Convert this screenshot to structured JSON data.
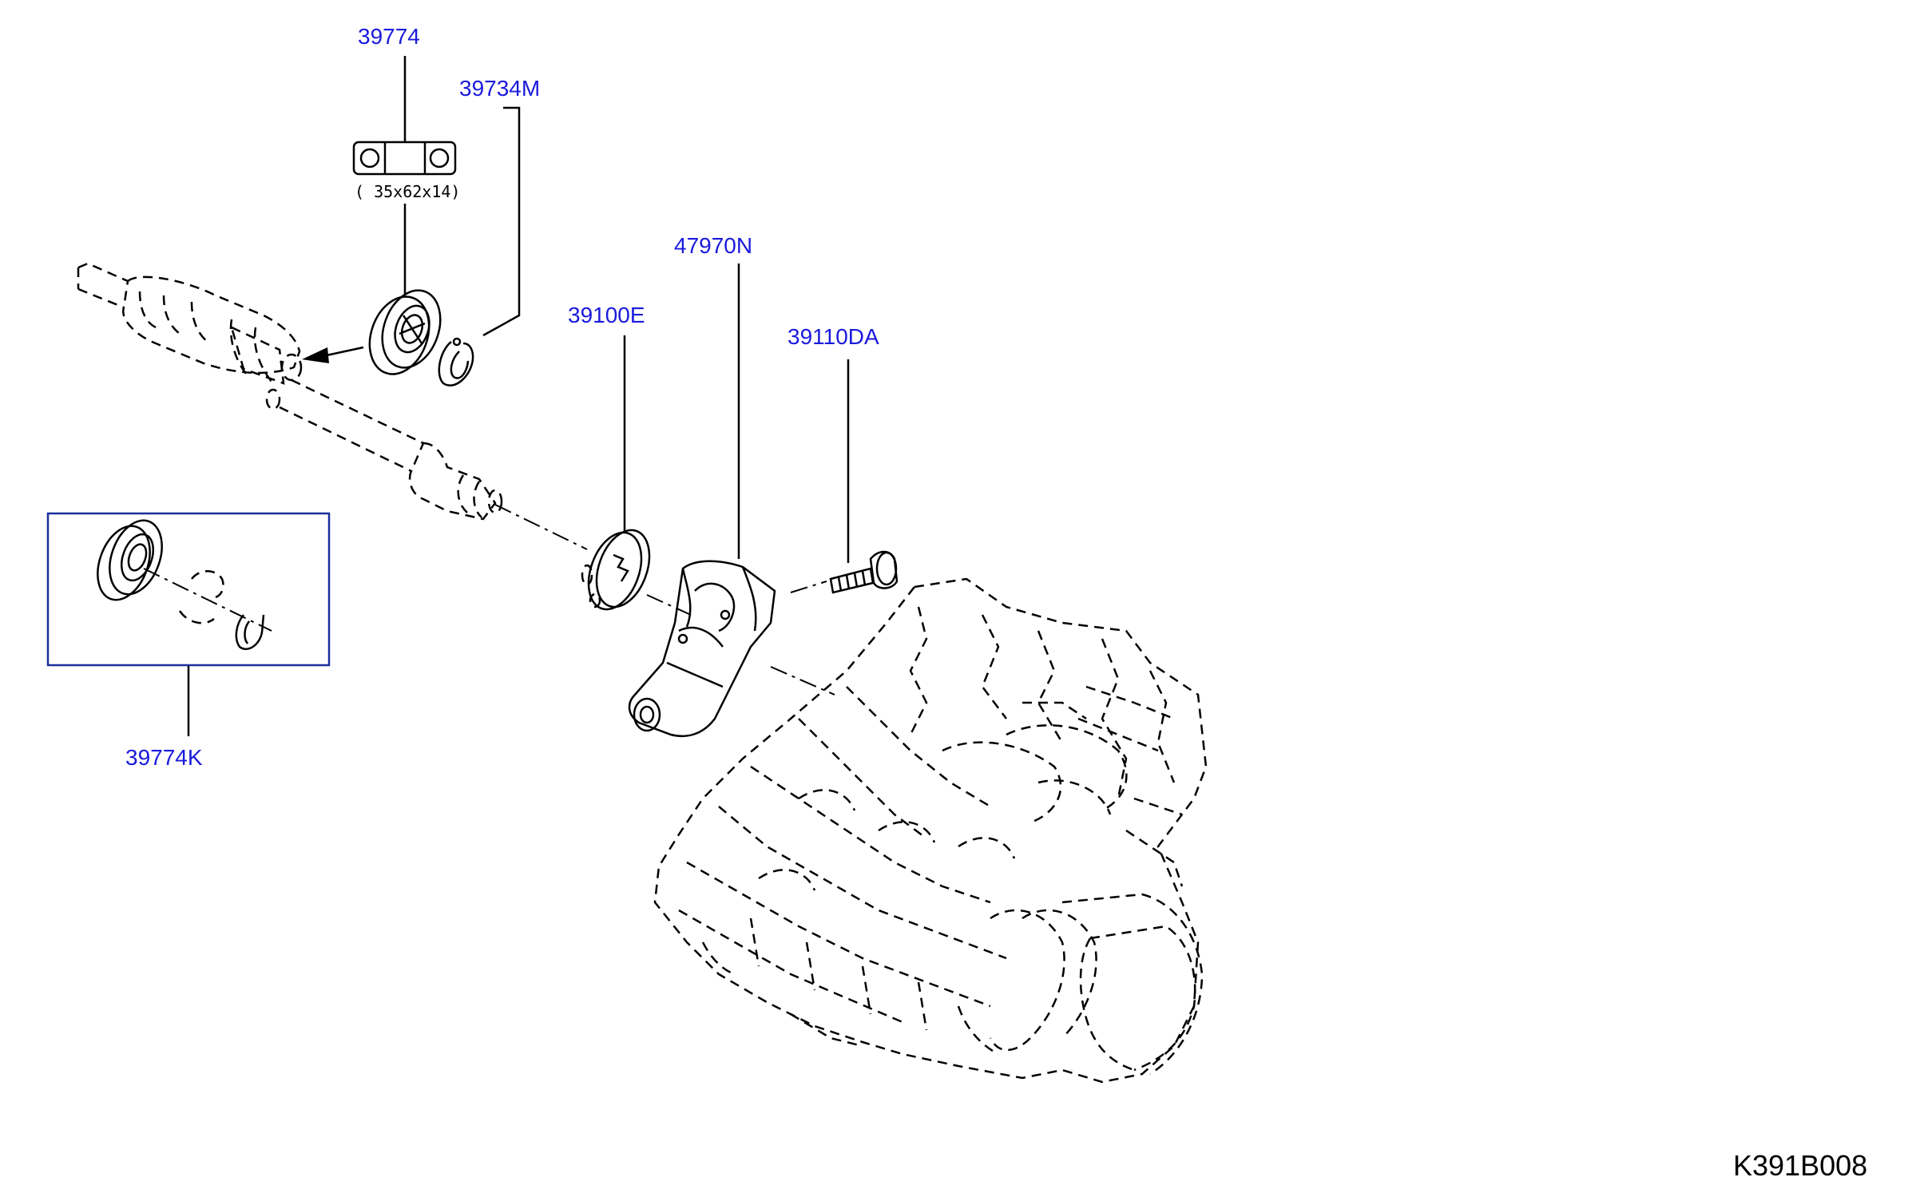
{
  "diagram": {
    "id_code": "K391B008",
    "dimension_note": "( 35x62x14)",
    "accent_color": "#1a1adc",
    "callouts": [
      {
        "part": "39774"
      },
      {
        "part": "39734M"
      },
      {
        "part": "39100E"
      },
      {
        "part": "47970N"
      },
      {
        "part": "39110DA"
      },
      {
        "part": "39774K"
      }
    ]
  }
}
